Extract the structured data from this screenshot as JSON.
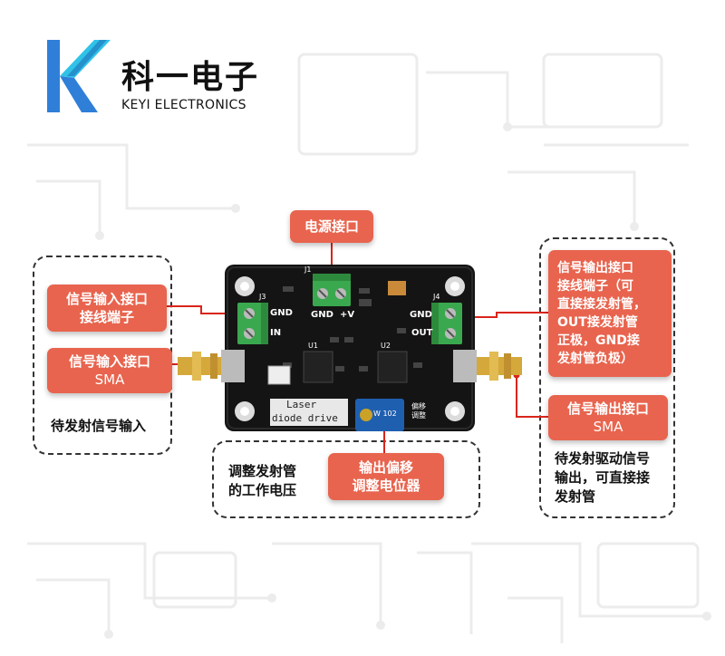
{
  "brand": {
    "name_cn": "科一电子",
    "name_en": "KEYI ELECTRONICS",
    "colors": {
      "blue": "#2f7fd8",
      "cyan": "#2fc3e8",
      "accent": "#e8644e"
    }
  },
  "board": {
    "title_line1": "Laser",
    "title_line2": "diode drive",
    "silkscreen": {
      "gnd_left": "GND",
      "in": "IN",
      "gnd_top": "GND",
      "plus_v": "+V",
      "gnd_right": "GND",
      "out": "OUT",
      "j1": "J1",
      "j3": "J3",
      "j4": "J4",
      "u1": "U1",
      "u2": "U2",
      "pot_label": "偏移\n调整",
      "pot_value": "W 102"
    }
  },
  "callouts": {
    "power": "电源接口",
    "sig_in_terminal": [
      "信号输入接口",
      "接线端子"
    ],
    "sig_in_sma": [
      "信号输入接口",
      "SMA"
    ],
    "sig_out_terminal": [
      "信号输出接口",
      "接线端子（可",
      "直接接发射管，",
      "OUT接发射管",
      "正极，GND接",
      "发射管负极）"
    ],
    "sig_out_sma": [
      "信号输出接口",
      "SMA"
    ],
    "offset": [
      "输出偏移",
      "调整电位器"
    ]
  },
  "notes": {
    "input": "待发射信号输入",
    "voltage": [
      "调整发射管",
      "的工作电压"
    ],
    "output": [
      "待发射驱动信号",
      "输出，可直接接",
      "发射管"
    ]
  }
}
